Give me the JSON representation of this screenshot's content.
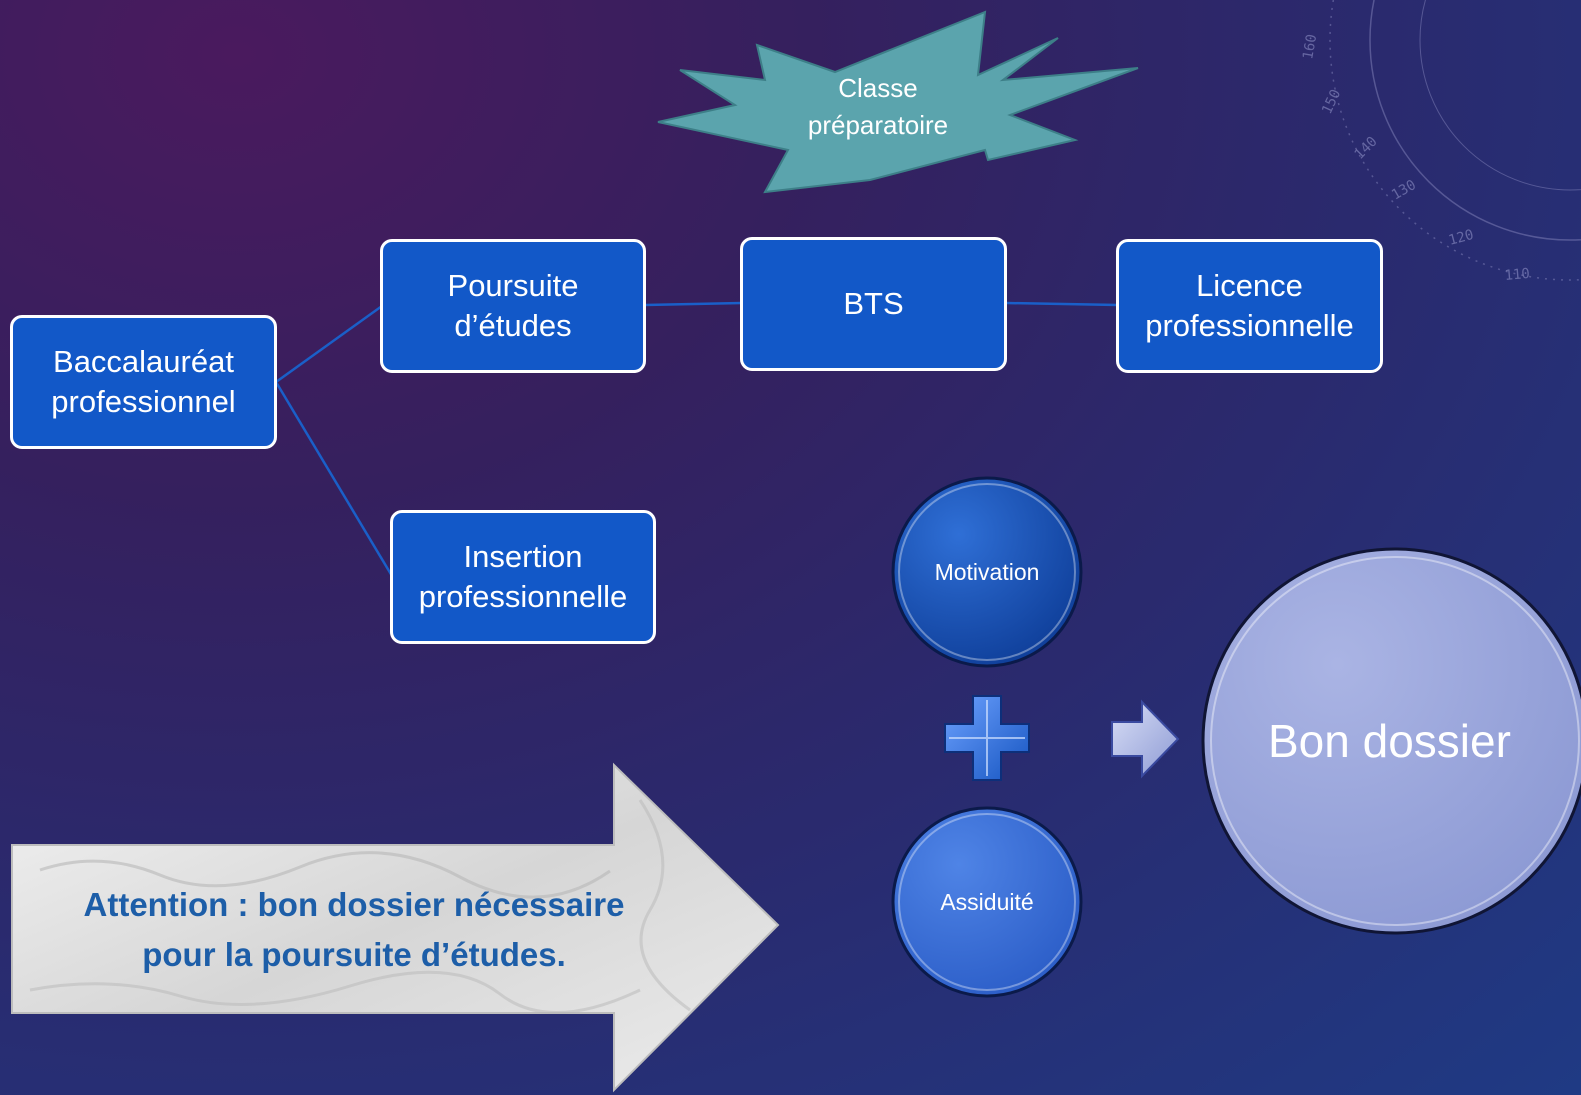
{
  "background": {
    "colors": [
      "#4a1a5e",
      "#2a2a6e",
      "#1f3a84"
    ]
  },
  "dial": {
    "numbers": [
      "160",
      "150",
      "140",
      "130",
      "120",
      "110"
    ]
  },
  "starburst": {
    "line1": "Classe",
    "line2": "préparatoire",
    "color": "#5ba4ad"
  },
  "boxes": {
    "bac": {
      "line1": "Baccalauréat",
      "line2": "professionnel"
    },
    "poursuite": {
      "line1": "Poursuite",
      "line2": "d’études"
    },
    "bts": {
      "line1": "BTS"
    },
    "licence": {
      "line1": "Licence",
      "line2": "professionnelle"
    },
    "insertion": {
      "line1": "Insertion",
      "line2": "professionnelle"
    },
    "color": "#1258c8"
  },
  "circles": {
    "motivation": {
      "label": "Motivation",
      "color": "#1a56b8"
    },
    "assiduite": {
      "label": "Assiduité",
      "color": "#3a6fd8"
    },
    "bon_dossier": {
      "label": "Bon dossier",
      "color": "#9aa6da"
    }
  },
  "operators": {
    "plus": "plus-icon",
    "arrow": "right-arrow-icon"
  },
  "attention": {
    "line1": "Attention : bon dossier nécessaire",
    "line2": "pour la poursuite d’études.",
    "color": "#1d5ea8"
  }
}
